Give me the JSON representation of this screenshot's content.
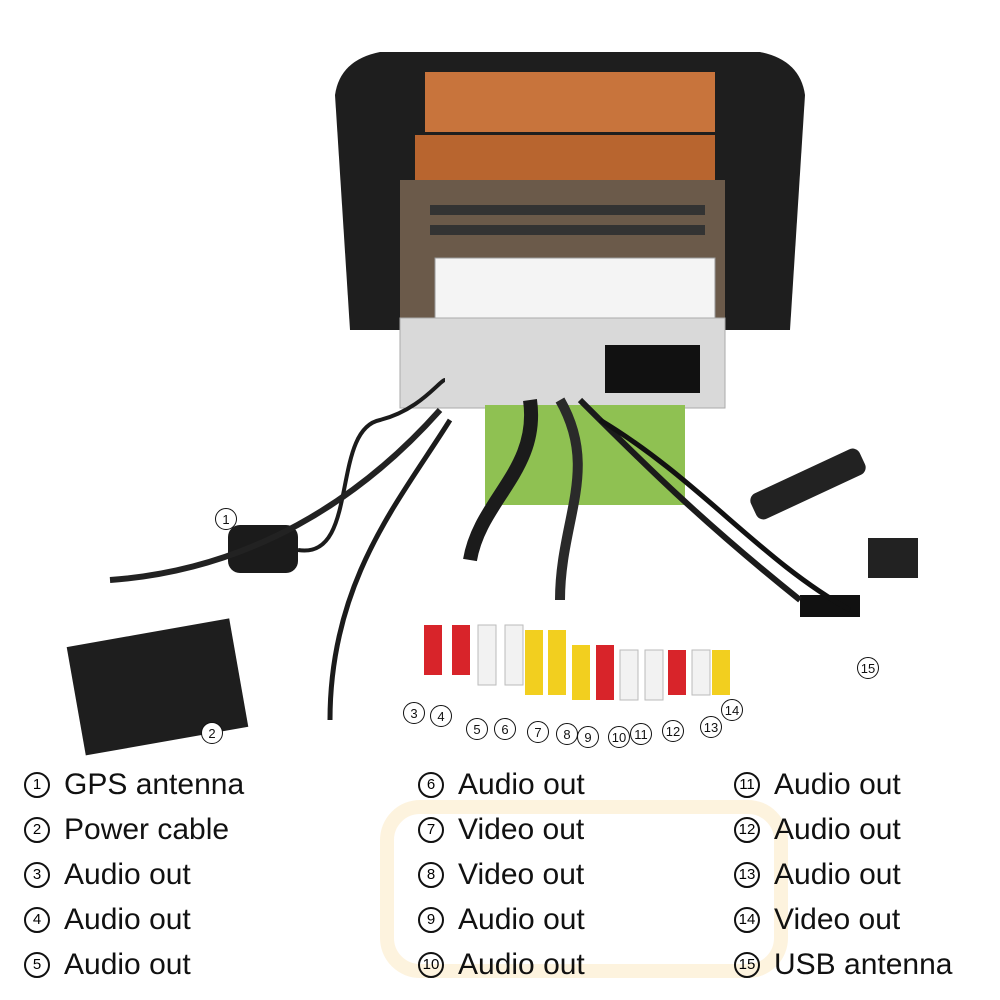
{
  "callouts": [
    "1",
    "2",
    "3",
    "4",
    "5",
    "6",
    "7",
    "8",
    "9",
    "10",
    "11",
    "12",
    "13",
    "14",
    "15"
  ],
  "legend": {
    "col1": [
      {
        "num": "1",
        "text": "GPS antenna"
      },
      {
        "num": "2",
        "text": "Power cable"
      },
      {
        "num": "3",
        "text": "Audio out"
      },
      {
        "num": "4",
        "text": "Audio out"
      },
      {
        "num": "5",
        "text": "Audio out"
      }
    ],
    "col2": [
      {
        "num": "6",
        "text": "Audio out"
      },
      {
        "num": "7",
        "text": "Video out"
      },
      {
        "num": "8",
        "text": "Video out"
      },
      {
        "num": "9",
        "text": "Audio out"
      },
      {
        "num": "10",
        "text": "Audio out"
      }
    ],
    "col3": [
      {
        "num": "11",
        "text": "Audio out"
      },
      {
        "num": "12",
        "text": "Audio out"
      },
      {
        "num": "13",
        "text": "Audio out"
      },
      {
        "num": "14",
        "text": "Video out"
      },
      {
        "num": "15",
        "text": "USB antenna"
      }
    ]
  },
  "colors": {
    "rca_red": "#d8242a",
    "rca_white": "#f2f2f2",
    "rca_yellow": "#f2cf1f",
    "copper": "#c8743c",
    "green_box": "#8fc152"
  }
}
